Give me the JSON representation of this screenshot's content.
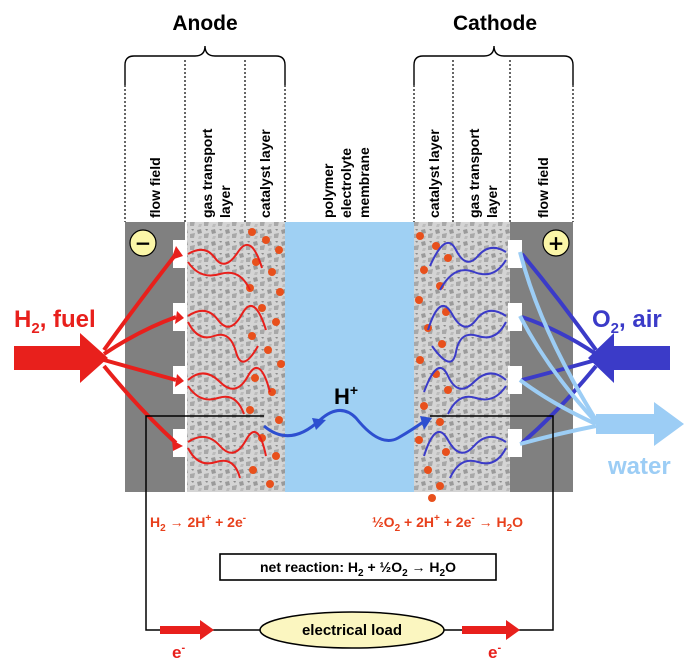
{
  "anode_title": "Anode",
  "cathode_title": "Cathode",
  "layers": {
    "anode_flow_field": "flow field",
    "anode_gtl_line1": "gas transport",
    "anode_gtl_line2": "layer",
    "anode_catalyst": "catalyst layer",
    "membrane_line1": "polymer",
    "membrane_line2": "electrolyte",
    "membrane_line3": "membrane",
    "cathode_catalyst": "catalyst layer",
    "cathode_gtl_line1": "gas transport",
    "cathode_gtl_line2": "layer",
    "cathode_flow_field": "flow field"
  },
  "terminals": {
    "anode_sign": "−",
    "cathode_sign": "+"
  },
  "inputs": {
    "fuel_prefix": "H",
    "fuel_sub": "2",
    "fuel_suffix": ", fuel",
    "oxidant_prefix": "O",
    "oxidant_sub": "2",
    "oxidant_suffix": ", air",
    "product": "water"
  },
  "proton": {
    "base": "H",
    "sup": "+"
  },
  "reactions": {
    "anode": {
      "a": "H",
      "a_sub": "2",
      "b": " → 2H",
      "b_sup": "+",
      "c": " + 2e",
      "c_sup": "-"
    },
    "cathode": {
      "a": "½O",
      "a_sub": "2",
      "b": " + 2H",
      "b_sup": "+",
      "c": " + 2e",
      "c_sup": "-",
      "d": " → H",
      "d_sub": "2",
      "e": "O"
    },
    "net": {
      "a": "net reaction: H",
      "a_sub": "2",
      "b": " + ½O",
      "b_sub": "2",
      "c": " → H",
      "c_sub": "2",
      "d": "O"
    }
  },
  "circuit": {
    "load_label": "electrical load",
    "electron_left": "e",
    "electron_left_sup": "-",
    "electron_right": "e",
    "electron_right_sup": "-"
  },
  "colors": {
    "anode_red": "#e8201c",
    "reaction_orange": "#e8401c",
    "cathode_blue": "#3b3bc8",
    "water_lightblue": "#9ccdf5",
    "membrane_blue": "#9fd0f3",
    "flow_field_gray": "#808080",
    "load_fill": "#fbf6c0"
  }
}
